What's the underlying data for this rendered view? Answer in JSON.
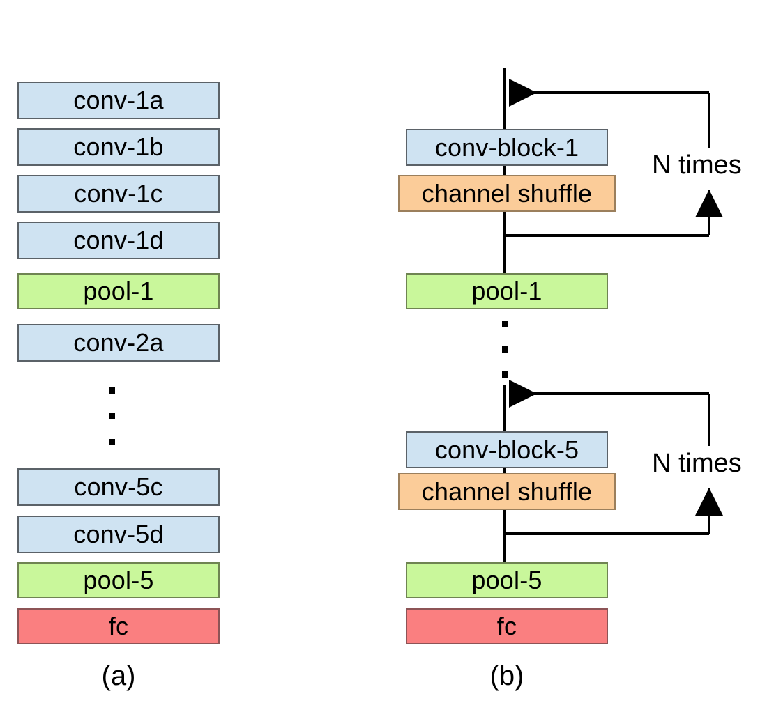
{
  "figure": {
    "background": "#ffffff",
    "colors": {
      "conv": "#cfe3f2",
      "pool": "#c9f79b",
      "fc": "#fa7f80",
      "shuffle": "#fbcc99",
      "stroke": "#000000"
    }
  },
  "panel_a": {
    "caption": "(a)",
    "blocks": [
      {
        "label": "conv-1a",
        "kind": "conv"
      },
      {
        "label": "conv-1b",
        "kind": "conv"
      },
      {
        "label": "conv-1c",
        "kind": "conv"
      },
      {
        "label": "conv-1d",
        "kind": "conv"
      },
      {
        "label": "pool-1",
        "kind": "pool"
      },
      {
        "label": "conv-2a",
        "kind": "conv"
      },
      {
        "label": "conv-5c",
        "kind": "conv"
      },
      {
        "label": "conv-5d",
        "kind": "conv"
      },
      {
        "label": "pool-5",
        "kind": "pool"
      },
      {
        "label": "fc",
        "kind": "fc"
      }
    ],
    "ellipsis_dots": 3
  },
  "panel_b": {
    "caption": "(b)",
    "blocks": [
      {
        "label": "conv-block-1",
        "kind": "conv"
      },
      {
        "label": "channel shuffle",
        "kind": "shuffle"
      },
      {
        "label": "pool-1",
        "kind": "pool"
      },
      {
        "label": "conv-block-5",
        "kind": "conv"
      },
      {
        "label": "channel shuffle",
        "kind": "shuffle"
      },
      {
        "label": "pool-5",
        "kind": "pool"
      },
      {
        "label": "fc",
        "kind": "fc"
      }
    ],
    "ellipsis_dots": 3,
    "loops": [
      {
        "label": "N times"
      },
      {
        "label": "N times"
      }
    ]
  }
}
